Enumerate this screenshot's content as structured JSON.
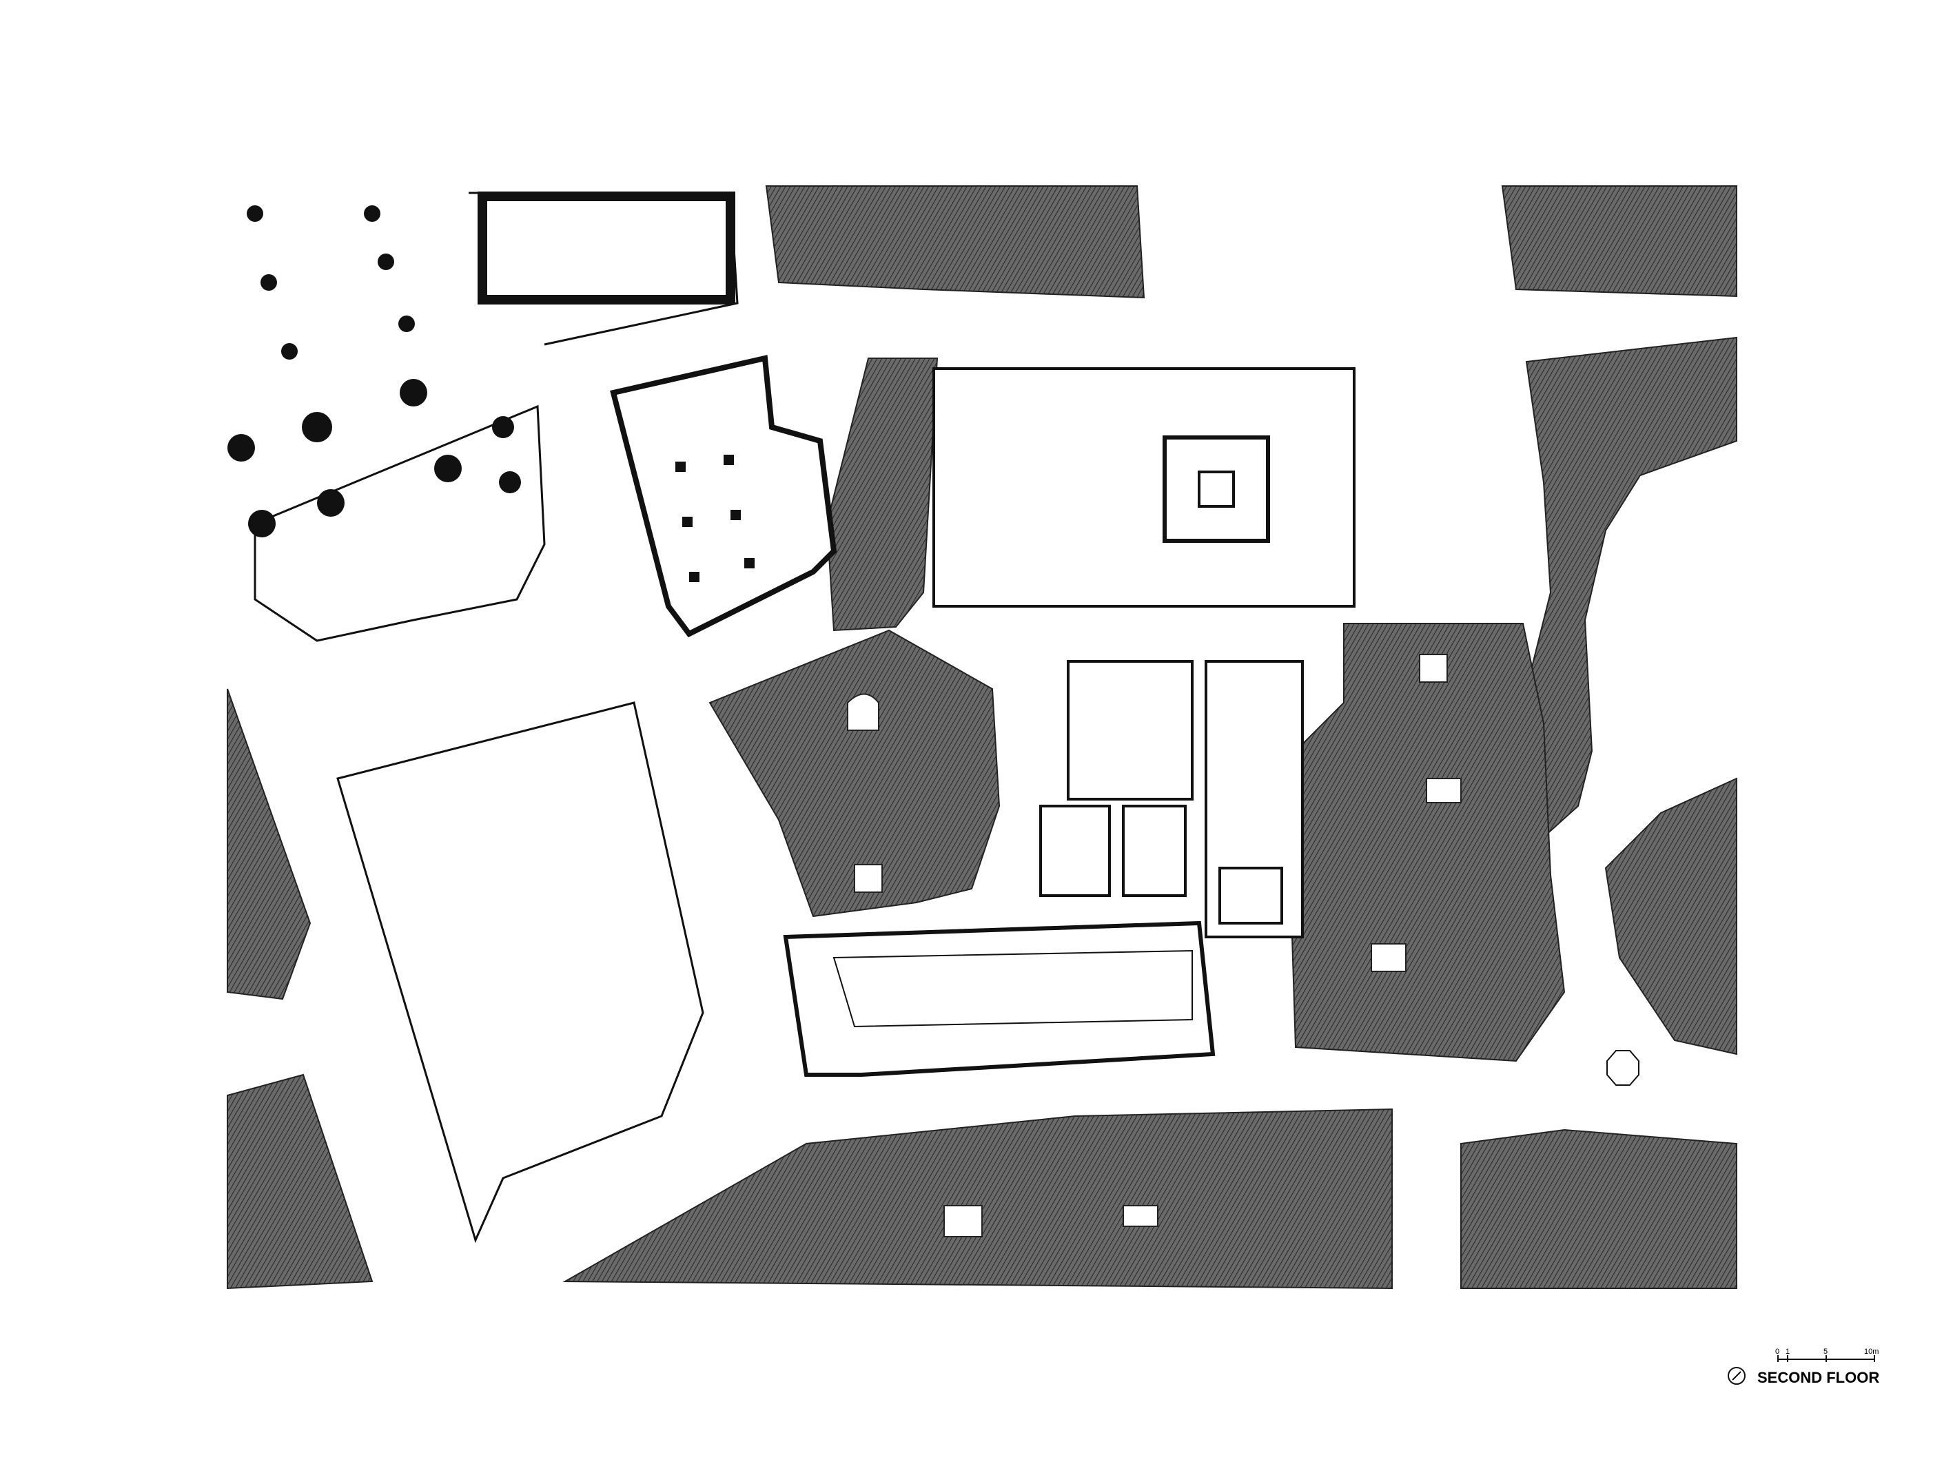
{
  "drawing": {
    "title": "SECOND FLOOR",
    "scale_labels": [
      "0",
      "1",
      "5",
      "10m"
    ]
  },
  "colors": {
    "hatch": "#4a4a4a",
    "line": "#111111",
    "paper": "#ffffff"
  },
  "icons": {
    "north_arrow": "north-arrow-icon"
  }
}
